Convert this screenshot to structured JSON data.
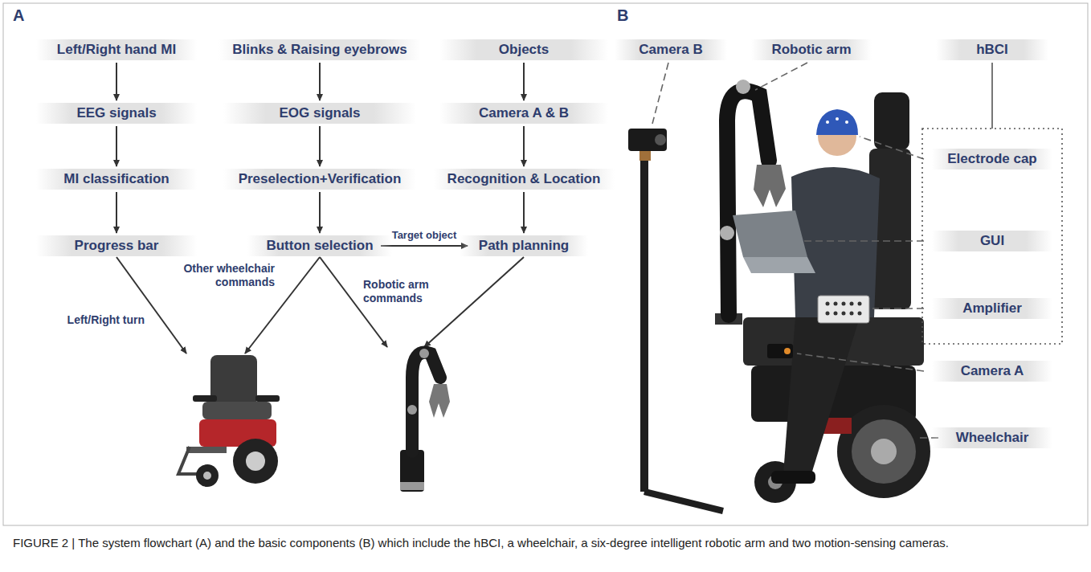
{
  "diagram": {
    "caption": "FIGURE 2 | The system flowchart (A) and the basic components (B) which include the hBCI, a wheelchair, a six-degree intelligent robotic arm and two motion-sensing cameras.",
    "nodes": [
      {
        "text": [
          "Left/Right hand MI"
        ]
      },
      {
        "text": [
          "EEG signals"
        ]
      },
      {
        "text": [
          "MI classification"
        ]
      },
      {
        "text": [
          "Progress bar"
        ]
      },
      {
        "text": [
          "Blinks & Raising eyebrows"
        ]
      },
      {
        "text": [
          "EOG signals"
        ]
      },
      {
        "text": [
          "Preselection+Verification"
        ]
      },
      {
        "text": [
          "Button selection"
        ]
      },
      {
        "text": [
          "Objects"
        ]
      },
      {
        "text": [
          "Camera A & B"
        ]
      },
      {
        "text": [
          "Recognition & Location"
        ]
      },
      {
        "text": [
          "Path planning"
        ]
      },
      {
        "text": [
          "Camera B"
        ]
      },
      {
        "text": [
          "Robotic arm"
        ]
      },
      {
        "text": [
          "hBCI"
        ]
      },
      {
        "text": [
          "Electrode cap"
        ]
      },
      {
        "text": [
          "GUI"
        ]
      },
      {
        "text": [
          "Amplifier"
        ]
      },
      {
        "text": [
          "Camera A"
        ]
      },
      {
        "text": [
          "Wheelchair"
        ]
      }
    ],
    "edges": [
      {
        "from": 0,
        "to": 1,
        "arrow": "to"
      },
      {
        "from": 1,
        "to": 2,
        "arrow": "to"
      },
      {
        "from": 2,
        "to": 3,
        "arrow": "to"
      },
      {
        "from": 4,
        "to": 5,
        "arrow": "to"
      },
      {
        "from": 5,
        "to": 6,
        "arrow": "to"
      },
      {
        "from": 6,
        "to": 7,
        "arrow": "to"
      },
      {
        "from": 8,
        "to": 9,
        "arrow": "to"
      },
      {
        "from": 9,
        "to": 10,
        "arrow": "to"
      },
      {
        "from": 10,
        "to": 11,
        "arrow": "to"
      },
      {
        "from": 7,
        "to": 11,
        "label": "Target object",
        "arrow": "to"
      }
    ],
    "labels": [
      "A",
      "B",
      "Left/Right turn",
      "Other wheelchair commands",
      "Robotic arm commands"
    ]
  }
}
